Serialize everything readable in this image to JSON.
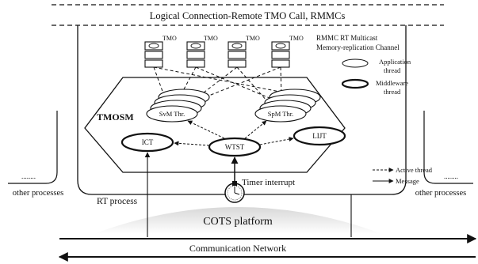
{
  "header": {
    "title": "Logical Connection-Remote TMO Call, RMMCs"
  },
  "tmo_label": "TMO",
  "legend": {
    "rmmc": "RMMC RT Multicast",
    "rmmc2": "Memory-replication Channel",
    "app_thread_1": "Application",
    "app_thread_2": "thread",
    "mw_thread_1": "Middleware",
    "mw_thread_2": "thread",
    "active_thread": "Active thread",
    "message": "Message"
  },
  "tmosm": {
    "label": "TMOSM"
  },
  "threads": {
    "svm": "SvM Thr.",
    "spm": "SpM Thr.",
    "ict": "ICT",
    "wtst": "WTST",
    "lijt": "LIJT"
  },
  "timer_interrupt": "Timer interrupt",
  "rt_process": "RT process",
  "other_processes_left": "other processes",
  "other_processes_right": "other processes",
  "dots_left": "........",
  "dots_right": "........",
  "cots": "COTS platform",
  "network": "Communication Network"
}
